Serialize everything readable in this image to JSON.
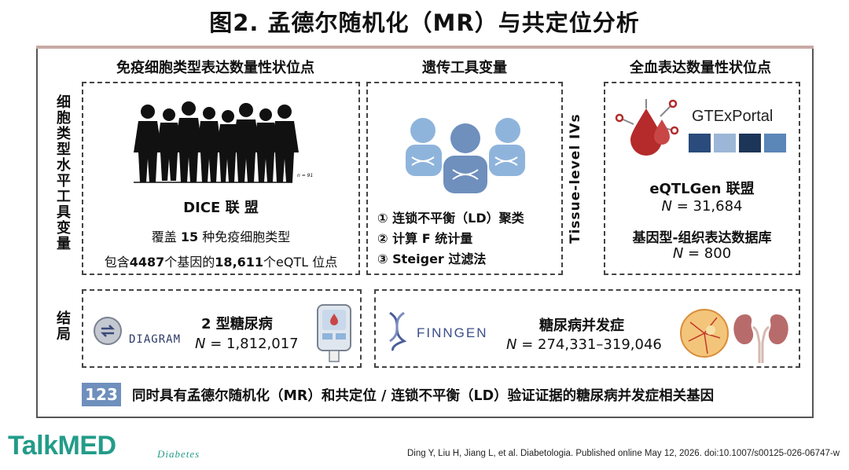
{
  "title": "图2. 孟德尔随机化（MR）与共定位分析",
  "left_labels": {
    "instrument": "细胞类型水平工具变量",
    "outcome": "结局"
  },
  "tissue_label": "Tissue-level IVs",
  "immune": {
    "heading": "免疫细胞类型表达数量性状位点",
    "n_mark": "n = 91",
    "name": "DICE 联 盟",
    "line1_pre": "覆盖 ",
    "line1_num": "15",
    "line1_post": " 种免疫细胞类型",
    "line2_pre": "包含",
    "line2_num1": "4487",
    "line2_mid": "个基因的",
    "line2_num2": "18,611",
    "line2_post": "个eQTL 位点"
  },
  "genetic": {
    "heading": "遗传工具变量",
    "steps": [
      "①  连锁不平衡（LD）聚类",
      "②  计算 F 统计量",
      "③  Steiger 过滤法"
    ]
  },
  "whole_blood": {
    "heading": "全血表达数量性状位点",
    "gtex": "GTExPortal",
    "eqtlgen": "eQTLGen 联盟",
    "eqtlgen_n_label": "N",
    "eqtlgen_n": " = 31,684",
    "gtex_db": "基因型-组织表达数据库",
    "gtex_n_label": "N",
    "gtex_n": " = 800"
  },
  "t2d": {
    "logo_text": "DIAGRAM",
    "name": "2 型糖尿病",
    "n_label": "N",
    "n": " = 1,812,017"
  },
  "complications": {
    "logo_text": "FINNGEN",
    "name": "糖尿病并发症",
    "n_label": "N",
    "n": " = 274,331–319,046"
  },
  "result": {
    "count": "123",
    "text": "同时具有孟德尔随机化（MR）和共定位 / 连锁不平衡（LD）验证证据的糖尿病并发症相关基因"
  },
  "footer": {
    "brand": "TalkMED",
    "journal": "Diabetes",
    "citation": "Ding Y, Liu H, Jiang L, et al. Diabetologia. Published online May 12, 2026. doi:10.1007/s00125-026-06747-w"
  },
  "colors": {
    "accent_blue": "#6f8fbd",
    "blood_red": "#b52a2a",
    "brand_green": "#239c89",
    "people_blue": "#8fb4dc"
  }
}
